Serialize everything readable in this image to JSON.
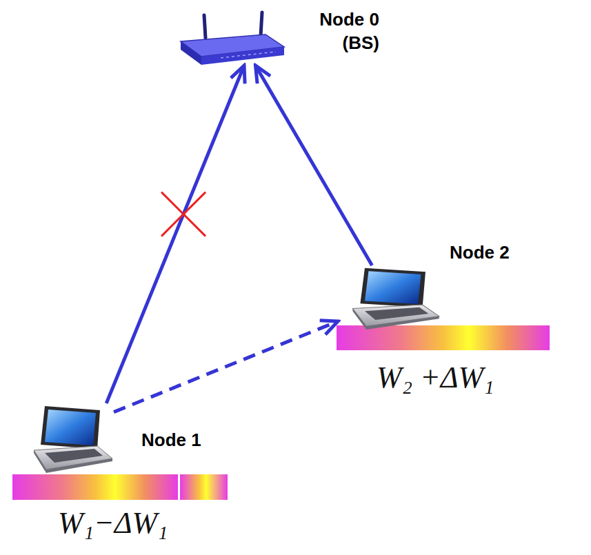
{
  "diagram": {
    "nodes": [
      {
        "text": [
          "Node 0 (BS)"
        ]
      },
      {
        "text": [
          "Node 1"
        ]
      },
      {
        "text": [
          "Node 2"
        ]
      }
    ],
    "edges": [
      {
        "from": 1,
        "to": 0,
        "arrow": "to"
      },
      {
        "from": 2,
        "to": 0,
        "arrow": "to"
      },
      {
        "from": 1,
        "to": 2,
        "arrow": "to"
      }
    ],
    "labels": [
      "W₂ +ΔW₁",
      "W₁−ΔW₁"
    ]
  }
}
